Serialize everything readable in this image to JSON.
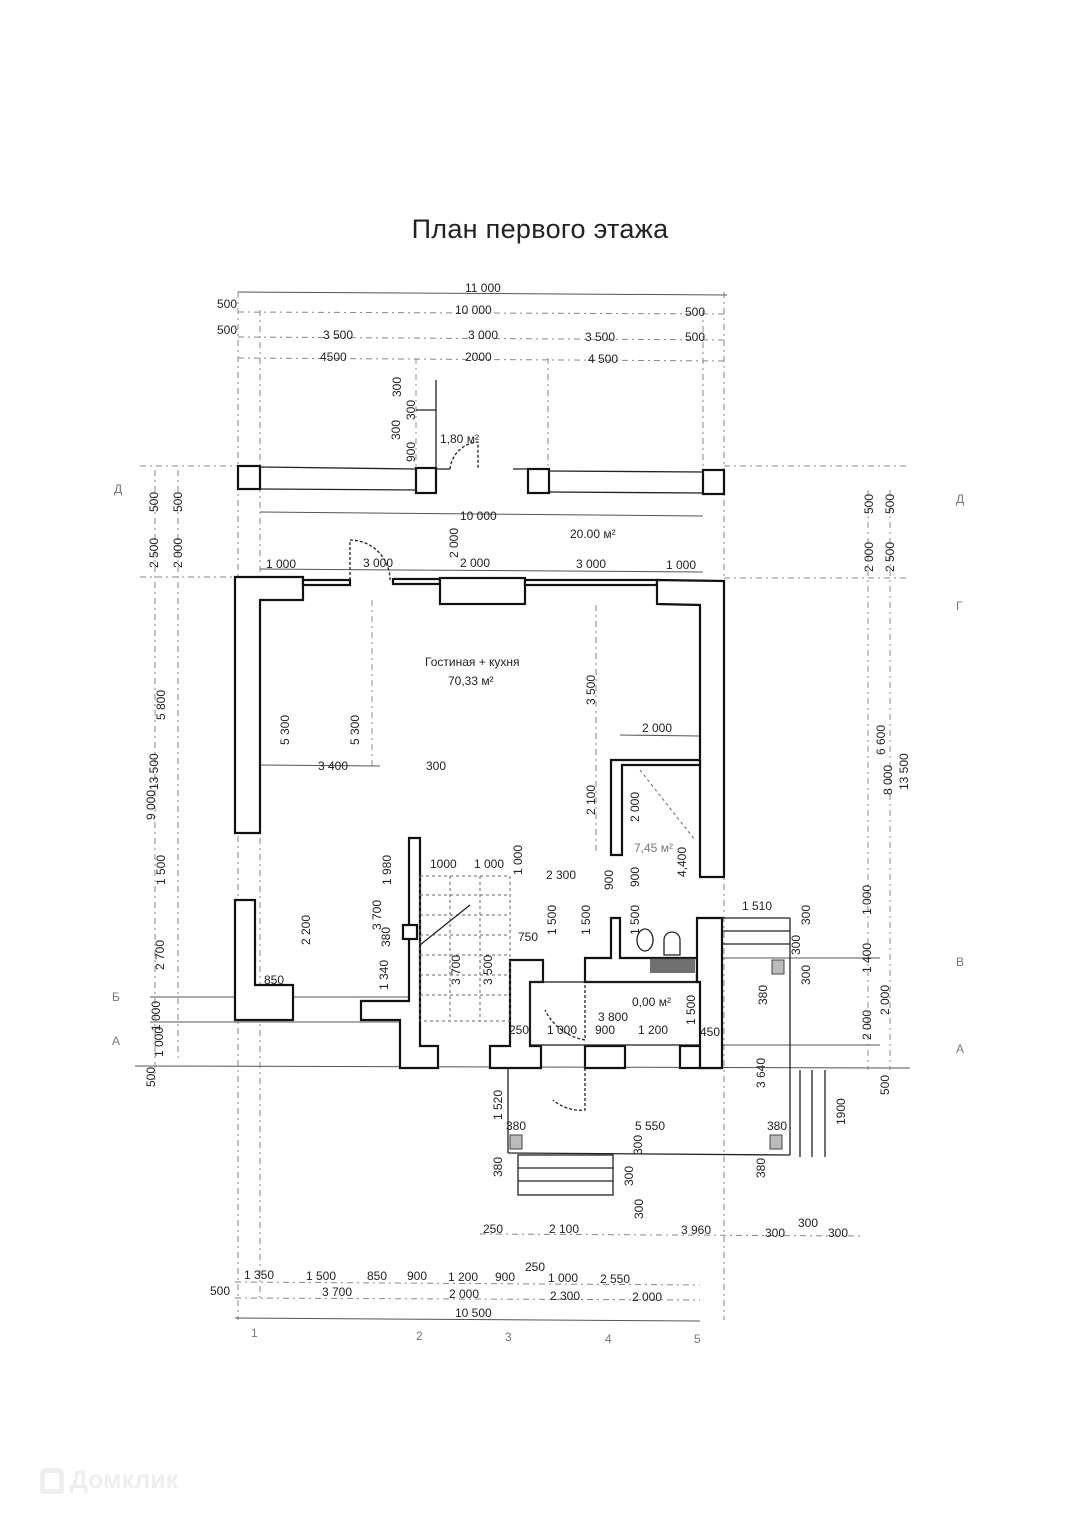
{
  "title": "План первого этажа",
  "rooms": {
    "porch_small": "1,80 м²",
    "terrace": "20.00 м²",
    "living_name": "Гостиная + кухня",
    "living_area": "70,33 м²",
    "bath_area": "7,45 м²",
    "hall_area": "0,00 м²"
  },
  "dimensions": [
    "11 000",
    "500",
    "10 000",
    "500",
    "500",
    "3 500",
    "3 000",
    "3 500",
    "500",
    "4500",
    "2000",
    "4 500",
    "300",
    "300",
    "300",
    "900",
    "10 000",
    "2 000",
    "1 000",
    "3 000",
    "2 000",
    "3 000",
    "1 000",
    "500",
    "500",
    "2 500",
    "2 000",
    "500",
    "500",
    "2 000",
    "2 500",
    "5 300",
    "5 300",
    "3 500",
    "2 000",
    "3 400",
    "300",
    "2 100",
    "2 000",
    "4,400",
    "5 800",
    "13 500",
    "9 000",
    "6 600",
    "8 000",
    "13 500",
    "1 500",
    "1000",
    "1 000",
    "1 000",
    "1 980",
    "2 300",
    "900",
    "900",
    "3 700",
    "380",
    "2 200",
    "2 700",
    "850",
    "1 340",
    "3 700",
    "3 500",
    "750",
    "1 500",
    "1 500",
    "1 500",
    "1 510",
    "300",
    "1 000",
    "300",
    "1 400",
    "300",
    "380",
    "2 000",
    "2 000",
    "3 800",
    "1 500",
    "250",
    "1 000",
    "900",
    "1 200",
    "450",
    "1 000",
    "1 000",
    "500",
    "3 640",
    "500",
    "1 520",
    "1900",
    "380",
    "5 550",
    "300",
    "380",
    "380",
    "380",
    "300",
    "300",
    "250",
    "2 100",
    "3 960",
    "300",
    "300",
    "300",
    "1 350",
    "1 500",
    "850",
    "900",
    "1 200",
    "900",
    "250",
    "1 000",
    "2 550",
    "500",
    "3 700",
    "2 000",
    "2 300",
    "2 000",
    "10 500"
  ],
  "axes": [
    "1",
    "2",
    "3",
    "4",
    "5",
    "Д",
    "Д",
    "Г",
    "В",
    "Б",
    "А",
    "А"
  ],
  "watermark": "Домклик"
}
